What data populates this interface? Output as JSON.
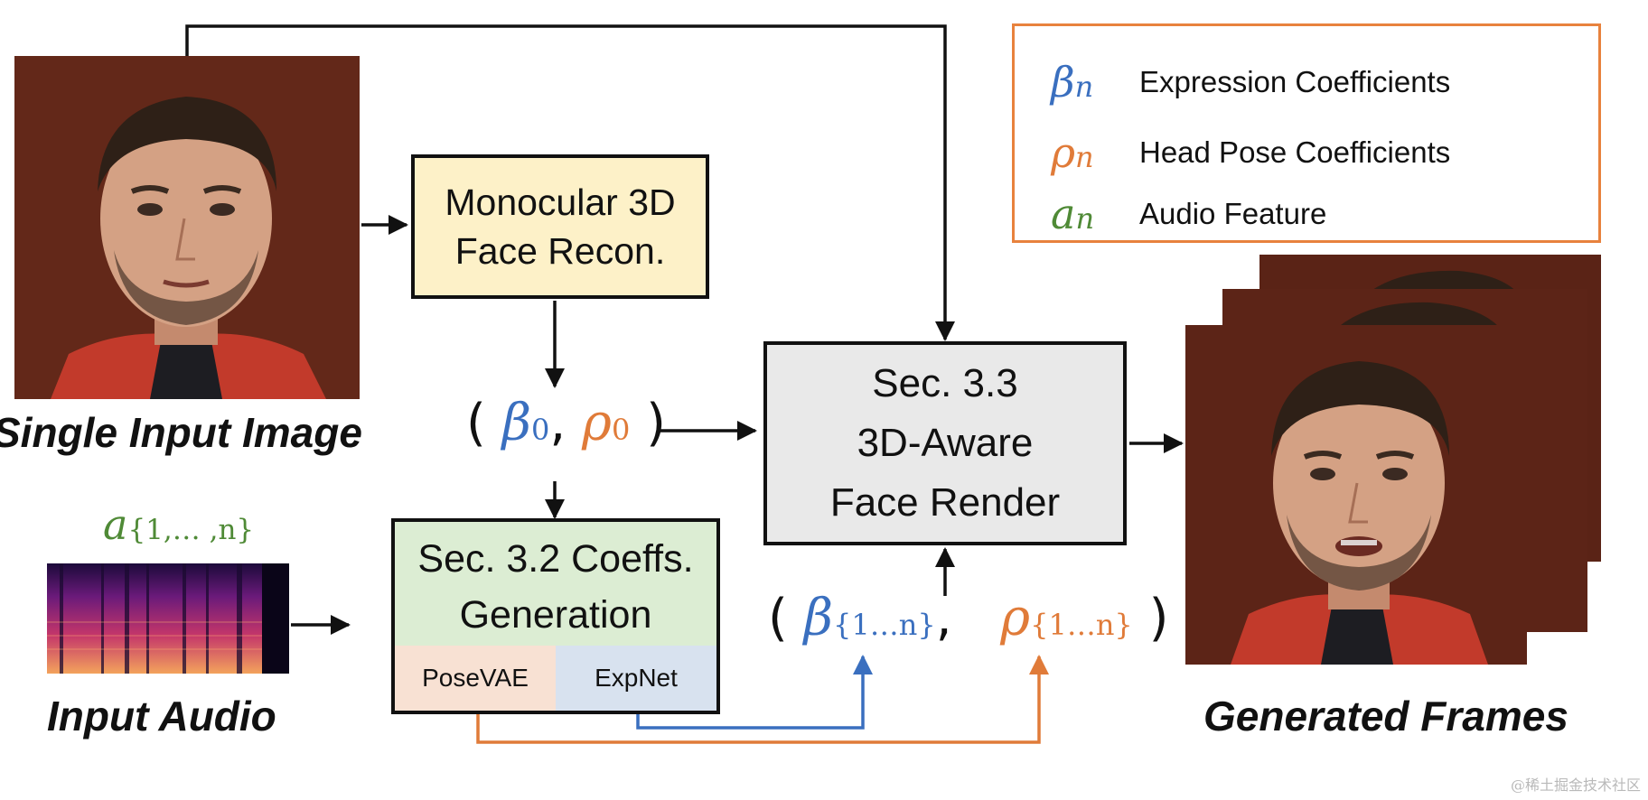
{
  "colors": {
    "blue": "#3a6fbf",
    "orange": "#e07b39",
    "green": "#4f8a36",
    "legend_border": "#e8823d"
  },
  "labels": {
    "single_input_image": "Single Input Image",
    "input_audio": "Input Audio",
    "generated_frames": "Generated Frames"
  },
  "recon_box": {
    "line1": "Monocular 3D",
    "line2": "Face Recon."
  },
  "render_box": {
    "line1": "Sec. 3.3",
    "line2": "3D-Aware",
    "line3": "Face Render"
  },
  "gen_box": {
    "line1": "Sec. 3.2 Coeffs.",
    "line2": "Generation",
    "posevae": "PoseVAE",
    "expnet": "ExpNet"
  },
  "legend": {
    "items": [
      {
        "symbol": "β",
        "sub": "n",
        "label": "Expression Coefficients"
      },
      {
        "symbol": "ρ",
        "sub": "n",
        "label": "Head Pose Coefficients"
      },
      {
        "symbol": "a",
        "sub": "n",
        "label": "Audio Feature"
      }
    ]
  },
  "math": {
    "beta": "β",
    "rho": "ρ",
    "a": "a",
    "sub0": "0",
    "sub_audio": "{1,… ,n}",
    "sub_seq": "{1…n}",
    "open_paren": "(",
    "close_paren": ")",
    "comma": ","
  },
  "watermark": "@稀土掘金技术社区"
}
